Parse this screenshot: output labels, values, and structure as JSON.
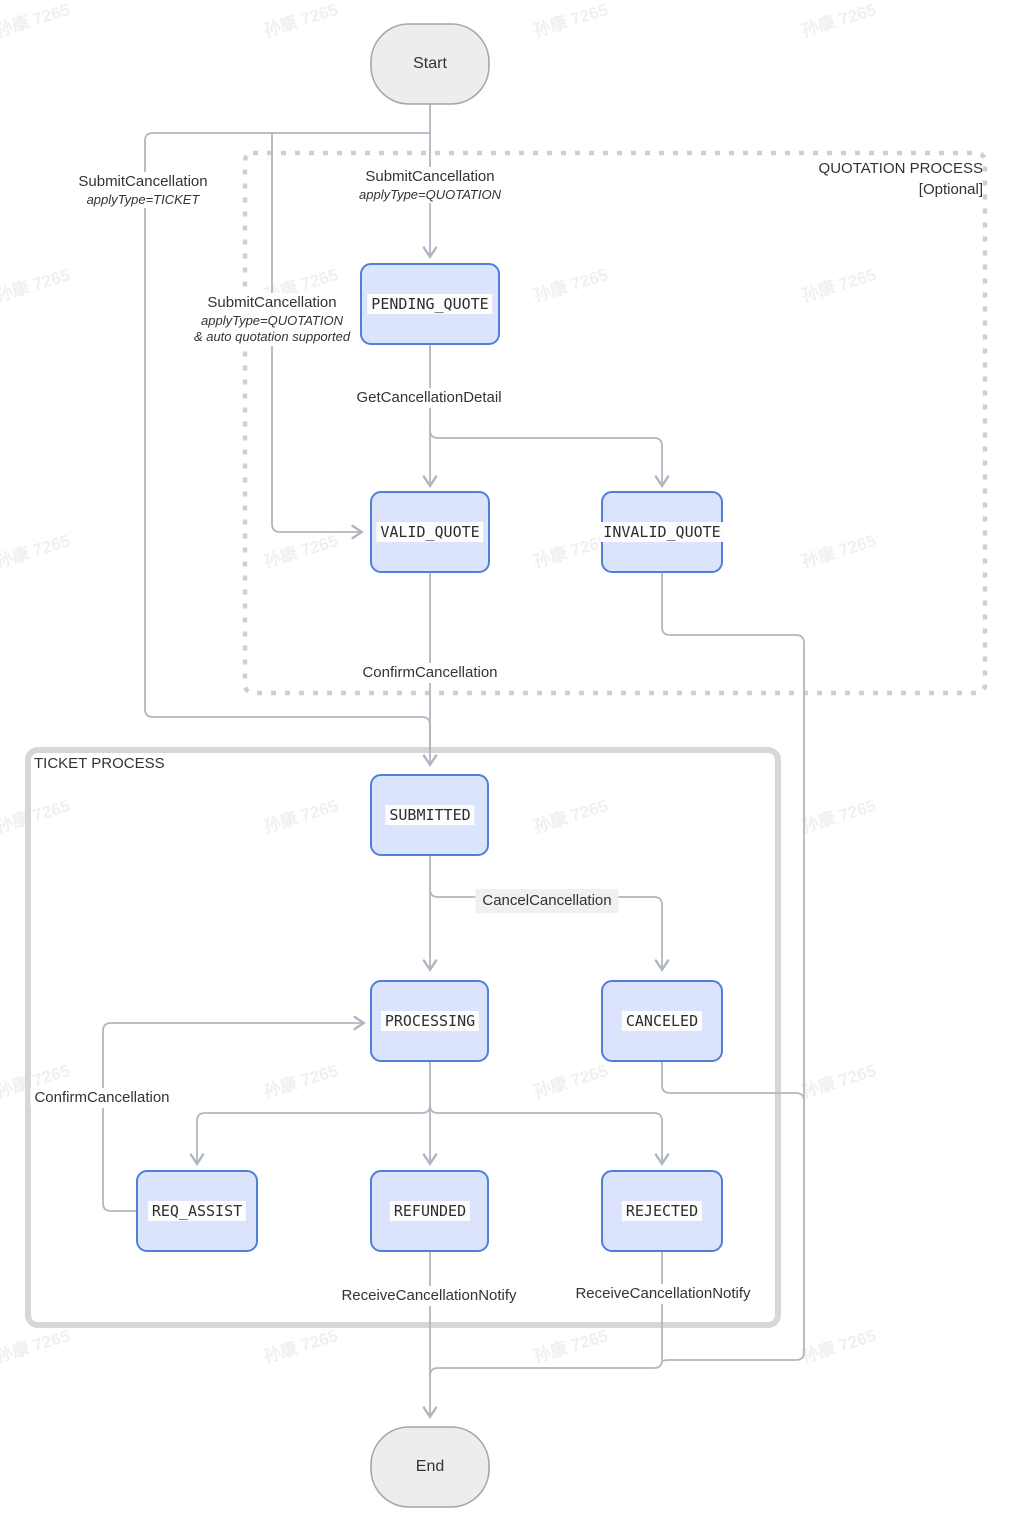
{
  "watermark": {
    "text": "孙康 7265"
  },
  "colors": {
    "edge": "#b1b7c0",
    "node_fill": "#dbe4fc",
    "node_border": "#4f80d8",
    "terminal_fill": "#ededed",
    "terminal_border": "#a0a7af",
    "cluster_border": "#cfcfcf",
    "label_text": "#333333",
    "cancel_label_bg": "#f0f0f0"
  },
  "nodes": {
    "start": "Start",
    "end": "End",
    "pending_quote": "PENDING_QUOTE",
    "valid_quote": "VALID_QUOTE",
    "invalid_quote": "INVALID_QUOTE",
    "submitted": "SUBMITTED",
    "processing": "PROCESSING",
    "canceled": "CANCELED",
    "req_assist": "REQ_ASSIST",
    "refunded": "REFUNDED",
    "rejected": "REJECTED"
  },
  "clusters": {
    "quotation": {
      "title": "QUOTATION PROCESS",
      "subtitle": "[Optional]"
    },
    "ticket": {
      "title": "TICKET PROCESS"
    }
  },
  "edge_labels": {
    "submit_ticket": {
      "line1": "SubmitCancellation",
      "line2": "applyType=TICKET"
    },
    "submit_quotation": {
      "line1": "SubmitCancellation",
      "line2": "applyType=QUOTATION"
    },
    "submit_auto": {
      "line1": "SubmitCancellation",
      "line2": "applyType=QUOTATION",
      "line3": "& auto quotation supported"
    },
    "get_detail": "GetCancellationDetail",
    "confirm_top": "ConfirmCancellation",
    "cancel": "CancelCancellation",
    "confirm_loop": "ConfirmCancellation",
    "notify_refunded": "ReceiveCancellationNotify",
    "notify_rejected": "ReceiveCancellationNotify"
  }
}
